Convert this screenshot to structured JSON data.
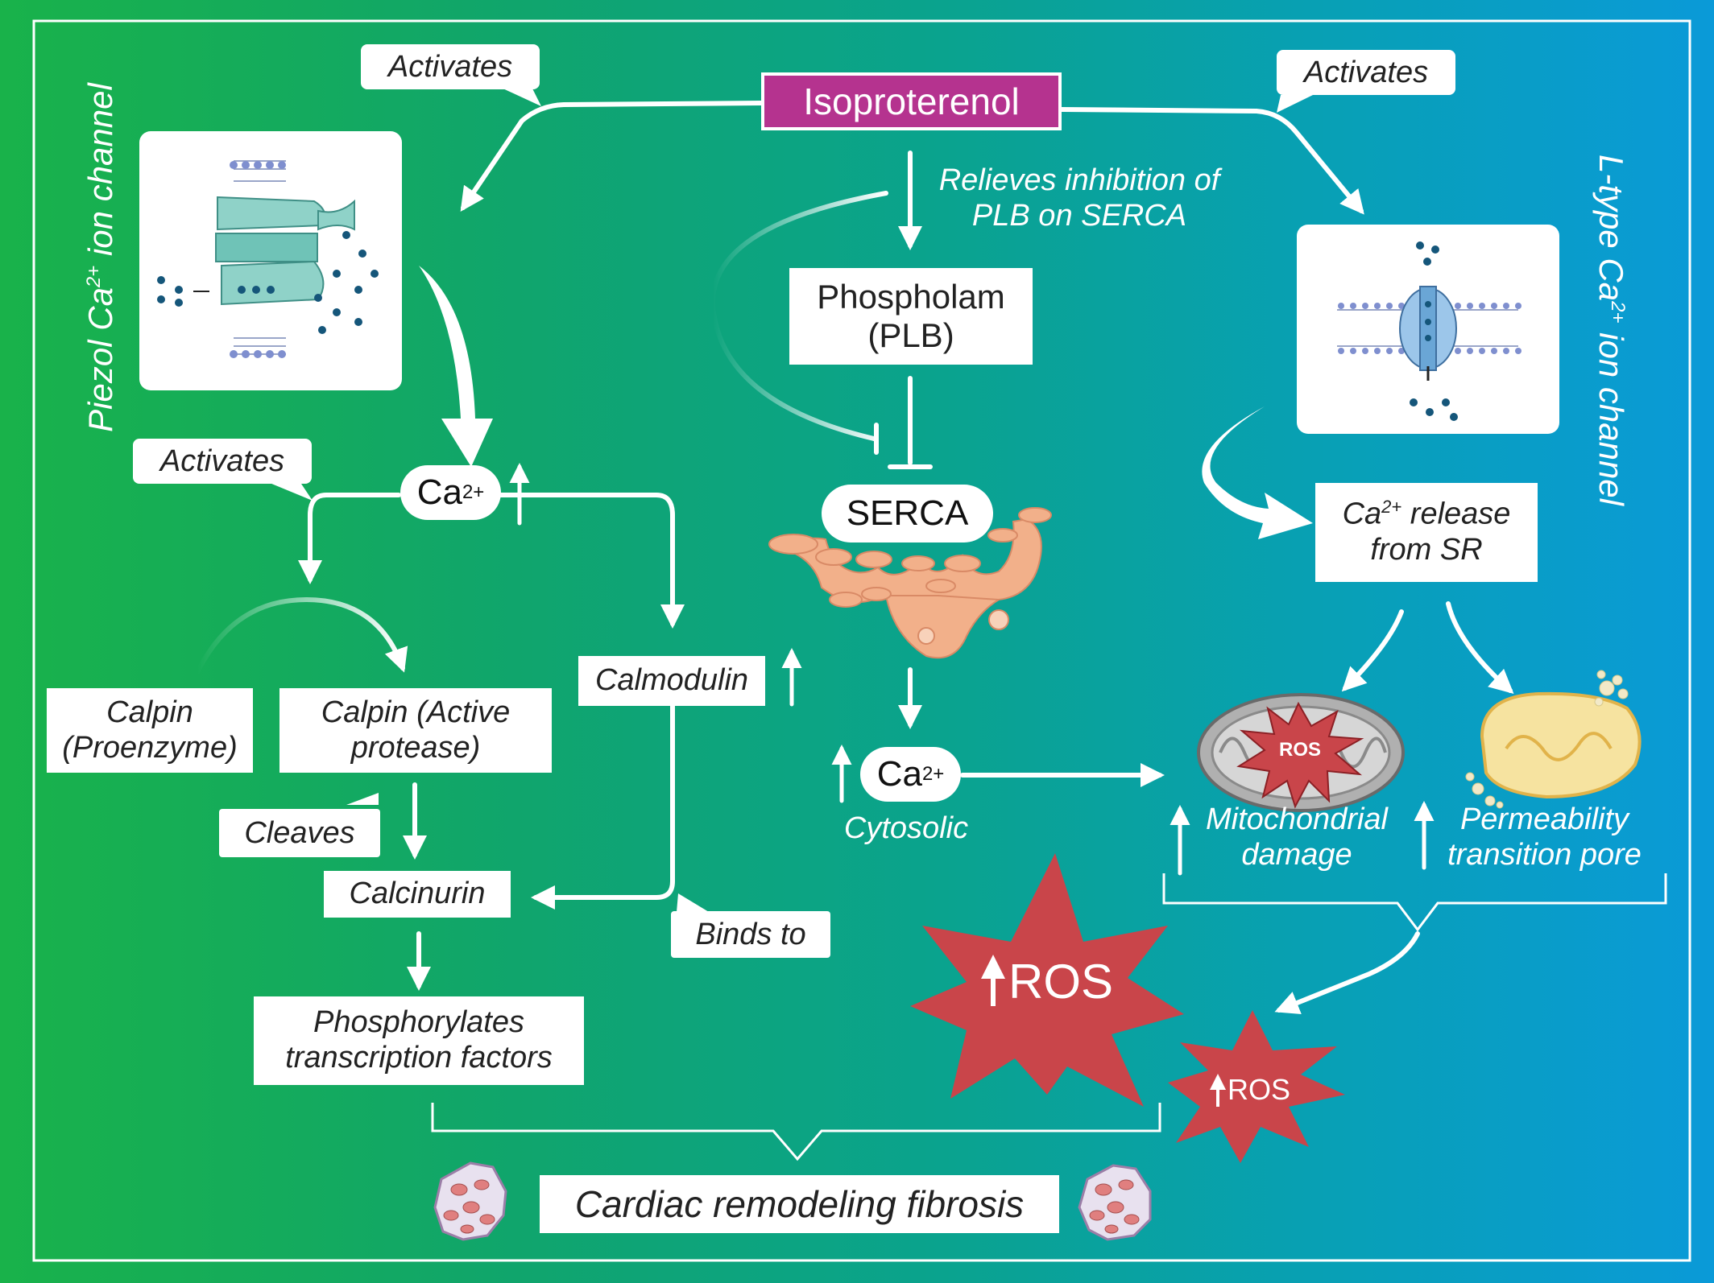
{
  "center": {
    "isoproterenol": "Isoproterenol",
    "relieves": "Relieves inhibition of PLB on SERCA",
    "phospholamban": "Phospholam (PLB)",
    "serca": "SERCA",
    "ca_symbol": "Ca",
    "ca_charge": "2+",
    "cytosolic": "Cytosolic"
  },
  "left": {
    "activates_top": "Activates",
    "piezo_label": "Piezol Ca",
    "piezo_label_sup": "2+",
    "piezo_label_end": " ion channel",
    "activates_ca": "Activates",
    "ca_symbol": "Ca",
    "ca_charge": "2+",
    "calpin_pro": "Calpin (Proenzyme)",
    "calpin_active": "Calpin (Active protease)",
    "calmodulin": "Calmodulin",
    "cleaves": "Cleaves",
    "calcinurin": "Calcinurin",
    "binds_to": "Binds to",
    "phosphorylates": "Phosphorylates transcription factors"
  },
  "right": {
    "activates_top": "Activates",
    "ltype_label": "L-type Ca",
    "ltype_label_sup": "2+",
    "ltype_label_end": " ion channel",
    "ca_release": "Ca",
    "ca_release_sup": "2+",
    "ca_release_end": " release from SR",
    "ros_small": "ROS",
    "mito_damage": "Mitochondrial damage",
    "permeability": "Permeability transition pore"
  },
  "bottom": {
    "ros_big": "ROS",
    "ros_medium": "ROS",
    "fibrosis": "Cardiac remodeling fibrosis"
  },
  "colors": {
    "isoproterenol_bg": "#b5338f",
    "ros_red": "#c9454a",
    "serca_orange": "#f2b08a",
    "piezo_teal": "#7ccbc1",
    "channel_blue": "#6aa6d6"
  }
}
